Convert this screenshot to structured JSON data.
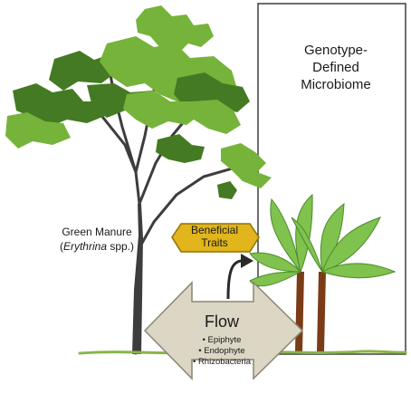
{
  "box": {
    "title": "Genotype-\nDefined\nMicrobiome"
  },
  "green_manure": {
    "label": "Green Manure",
    "sub_open": "(",
    "sub_italic": "Erythrina",
    "sub_close": " spp.)"
  },
  "traits": {
    "label": "Beneficial\nTraits",
    "fill": "#e1b51b",
    "border": "#8f7109"
  },
  "flow": {
    "title": "Flow",
    "items": [
      "Epiphyte",
      "Endophyte",
      "Rhizobacteria"
    ],
    "fill": "#dcd6c4",
    "border": "#8a8672"
  },
  "colors": {
    "ground": "#8ab54a",
    "leaf_dark": "#447a23",
    "leaf_light": "#76b33b",
    "trunk": "#3d3d3d",
    "banana_leaf": "#7fc24e",
    "banana_trunk": "#7a3b17",
    "box_border": "#3f3f3f"
  }
}
